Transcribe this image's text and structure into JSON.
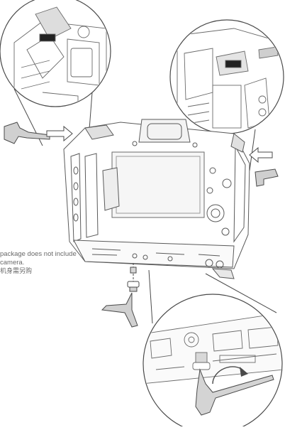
{
  "notice": {
    "line1": "package does not include",
    "line2": "camera.",
    "line3": "机身需另购"
  },
  "colors": {
    "line": "#4a4a4a",
    "light_line": "#9a9a9a",
    "fill": "#ffffff",
    "part_fill": "#d8d8d8",
    "cage_fill": "#cfcfcf"
  },
  "icons": {
    "arrow_in_left": "arrow-right-icon",
    "arrow_in_right": "arrow-left-icon",
    "rotate": "rotate-clockwise-icon"
  }
}
